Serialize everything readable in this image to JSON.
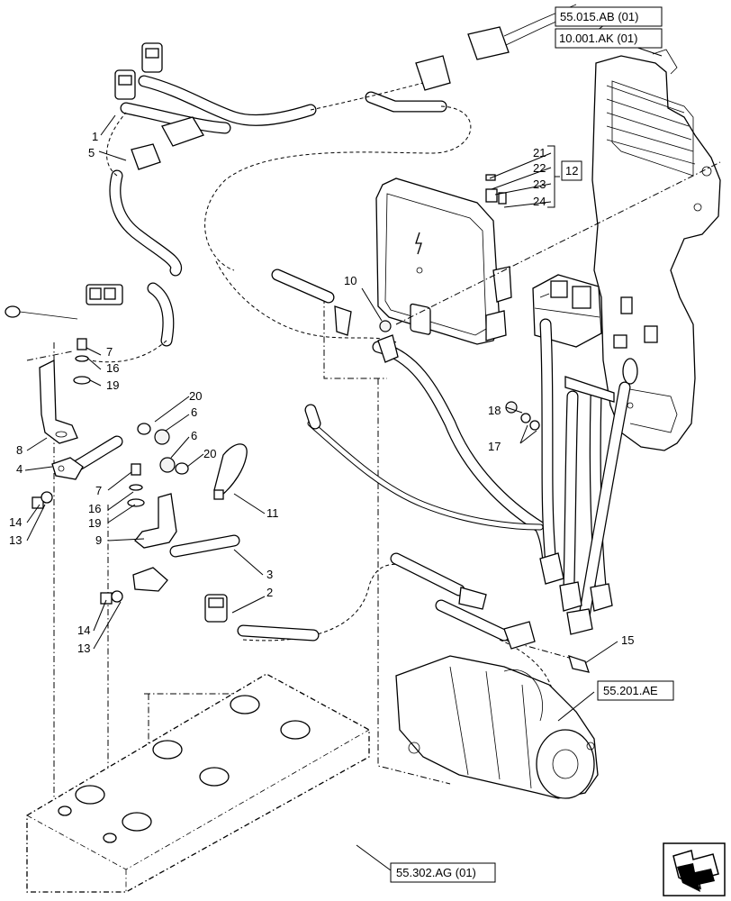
{
  "references": {
    "ref_55015ab": "55.015.AB (01)",
    "ref_10001ak": "10.001.AK (01)",
    "ref_55201ae": "55.201.AE",
    "ref_55302ag": "55.302.AG (01)"
  },
  "kit_label": "12",
  "callouts": {
    "c1": "1",
    "c2": "2",
    "c3": "3",
    "c4": "4",
    "c5": "5",
    "c6a": "6",
    "c6b": "6",
    "c7a": "7",
    "c7b": "7",
    "c8": "8",
    "c9": "9",
    "c10": "10",
    "c11": "11",
    "c13a": "13",
    "c13b": "13",
    "c14a": "14",
    "c14b": "14",
    "c15": "15",
    "c16a": "16",
    "c16b": "16",
    "c17": "17",
    "c18": "18",
    "c19a": "19",
    "c19b": "19",
    "c20a": "20",
    "c20b": "20",
    "c21": "21",
    "c22": "22",
    "c23": "23",
    "c24": "24"
  },
  "nav_icon": "next-page-arrow-icon"
}
